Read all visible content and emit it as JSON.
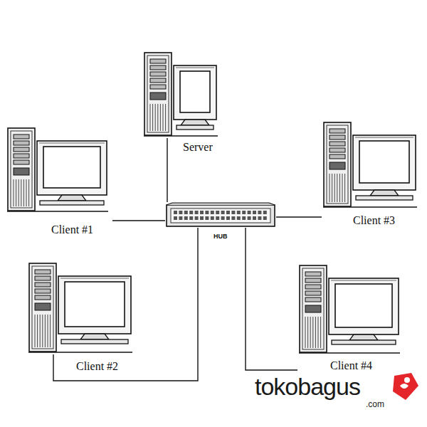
{
  "diagram": {
    "nodes": [
      {
        "text": [
          "Server"
        ]
      },
      {
        "text": [
          "Client #1"
        ]
      },
      {
        "text": [
          "Client #3"
        ]
      },
      {
        "text": [
          "HUB"
        ]
      },
      {
        "text": [
          "Client #2"
        ]
      },
      {
        "text": [
          "Client #4"
        ]
      }
    ],
    "edges": [
      {
        "from": 0,
        "to": 3,
        "arrow": "none"
      },
      {
        "from": 1,
        "to": 3,
        "arrow": "none"
      },
      {
        "from": 2,
        "to": 3,
        "arrow": "none"
      },
      {
        "from": 4,
        "to": 3,
        "arrow": "none"
      },
      {
        "from": 5,
        "to": 3,
        "arrow": "none"
      }
    ],
    "labels": [
      "tokobagus",
      ".com"
    ]
  }
}
